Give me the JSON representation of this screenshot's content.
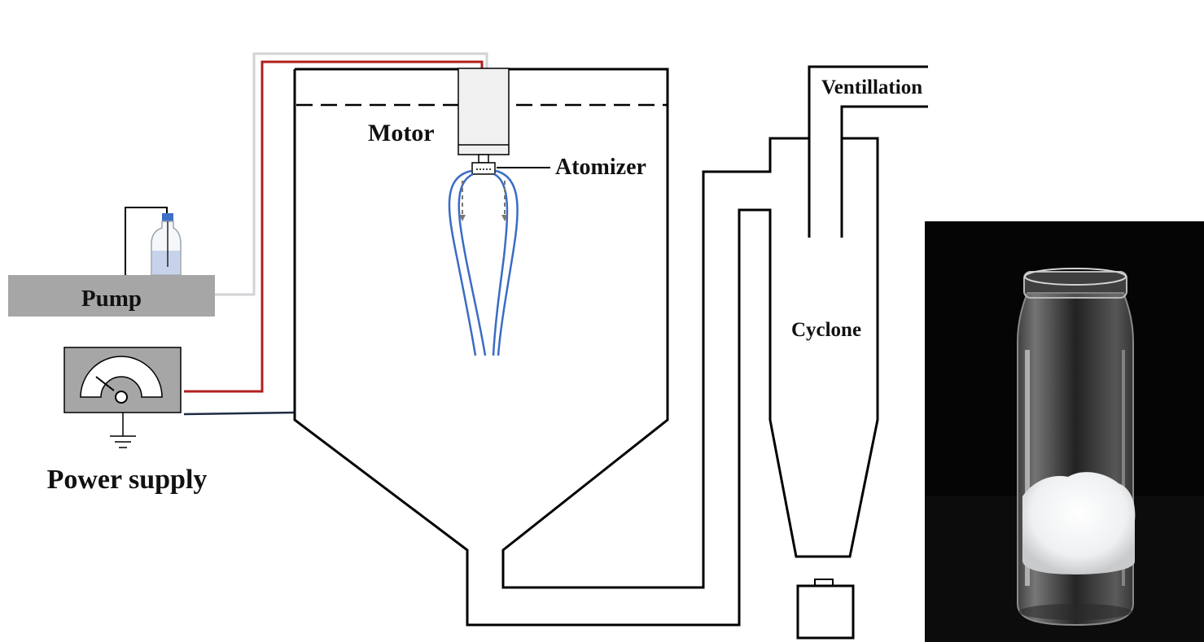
{
  "labels": {
    "motor": "Motor",
    "atomizer": "Atomizer",
    "pump": "Pump",
    "power_supply": "Power supply",
    "cyclone": "Cyclone",
    "ventillation": "Ventillation"
  },
  "colors": {
    "line": "#000000",
    "red_wire": "#b0201e",
    "gray_tube": "#d0d3d6",
    "dark_wire": "#1f2a44",
    "spray": "#3a6cc4",
    "pump_fill": "#a6a6a6",
    "power_fill": "#a6a6a6",
    "motor_fill": "#f0f0f0",
    "photo_bg": "#050505"
  }
}
